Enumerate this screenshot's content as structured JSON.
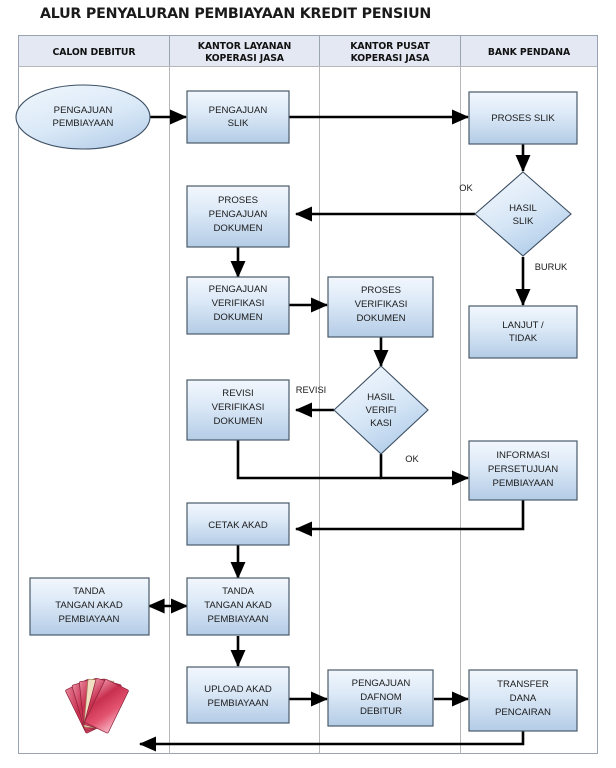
{
  "title": "ALUR PENYALURAN PEMBIAYAAN KREDIT PENSIUN",
  "colors": {
    "header_fill": "#e3e8f3",
    "node_fill_top": "#eaf1fb",
    "node_fill_bottom": "#b9d0e8",
    "node_border": "#4a5a6a",
    "lane_border": "#9aa4b0",
    "connector": "#000000"
  },
  "lanes": [
    {
      "id": "calon-debitur",
      "label_line1": "CALON DEBITUR",
      "label_line2": ""
    },
    {
      "id": "kantor-layanan",
      "label_line1": "KANTOR LAYANAN",
      "label_line2": "KOPERASI JASA"
    },
    {
      "id": "kantor-pusat",
      "label_line1": "KANTOR PUSAT",
      "label_line2": "KOPERASI JASA"
    },
    {
      "id": "bank-pendana",
      "label_line1": "BANK PENDANA",
      "label_line2": ""
    }
  ],
  "nodes": [
    {
      "id": "pengajuan-pembiayaan",
      "shape": "ellipse",
      "lane": "calon-debitur",
      "lines": [
        "PENGAJUAN",
        "PEMBIAYAAN"
      ]
    },
    {
      "id": "pengajuan-slik",
      "shape": "process",
      "lane": "kantor-layanan",
      "lines": [
        "PENGAJUAN",
        "SLIK"
      ]
    },
    {
      "id": "proses-slik",
      "shape": "process",
      "lane": "bank-pendana",
      "lines": [
        "PROSES SLIK"
      ]
    },
    {
      "id": "hasil-slik",
      "shape": "decision",
      "lane": "bank-pendana",
      "lines": [
        "HASIL",
        "SLIK"
      ]
    },
    {
      "id": "lanjut-tidak",
      "shape": "process",
      "lane": "bank-pendana",
      "lines": [
        "LANJUT /",
        "TIDAK"
      ]
    },
    {
      "id": "proses-pengajuan-dokumen",
      "shape": "process",
      "lane": "kantor-layanan",
      "lines": [
        "PROSES",
        "PENGAJUAN",
        "DOKUMEN"
      ]
    },
    {
      "id": "pengajuan-verifikasi-dokumen",
      "shape": "process",
      "lane": "kantor-layanan",
      "lines": [
        "PENGAJUAN",
        "VERIFIKASI",
        "DOKUMEN"
      ]
    },
    {
      "id": "proses-verifikasi-dokumen",
      "shape": "process",
      "lane": "kantor-pusat",
      "lines": [
        "PROSES",
        "VERIFIKASI",
        "DOKUMEN"
      ]
    },
    {
      "id": "hasil-verifikasi",
      "shape": "decision",
      "lane": "kantor-pusat",
      "lines": [
        "HASIL",
        "VERIFI",
        "KASI"
      ]
    },
    {
      "id": "revisi-verifikasi-dokumen",
      "shape": "process",
      "lane": "kantor-layanan",
      "lines": [
        "REVISI",
        "VERIFIKASI",
        "DOKUMEN"
      ]
    },
    {
      "id": "informasi-persetujuan-pembiayaan",
      "shape": "process",
      "lane": "bank-pendana",
      "lines": [
        "INFORMASI",
        "PERSETUJUAN",
        "PEMBIAYAAN"
      ]
    },
    {
      "id": "cetak-akad",
      "shape": "process",
      "lane": "kantor-layanan",
      "lines": [
        "CETAK AKAD"
      ]
    },
    {
      "id": "tanda-tangan-akad-debitur",
      "shape": "process",
      "lane": "calon-debitur",
      "lines": [
        "TANDA",
        "TANGAN AKAD",
        "PEMBIAYAAN"
      ]
    },
    {
      "id": "tanda-tangan-akad-kantor",
      "shape": "process",
      "lane": "kantor-layanan",
      "lines": [
        "TANDA",
        "TANGAN AKAD",
        "PEMBIAYAAN"
      ]
    },
    {
      "id": "upload-akad-pembiayaan",
      "shape": "process",
      "lane": "kantor-layanan",
      "lines": [
        "UPLOAD AKAD",
        "PEMBIAYAAN"
      ]
    },
    {
      "id": "pengajuan-dafnom-debitur",
      "shape": "process",
      "lane": "kantor-pusat",
      "lines": [
        "PENGAJUAN",
        "DAFNOM",
        "DEBITUR"
      ]
    },
    {
      "id": "transfer-dana-pencairan",
      "shape": "process",
      "lane": "bank-pendana",
      "lines": [
        "TRANSFER",
        "DANA",
        "PENCAIRAN"
      ]
    },
    {
      "id": "uang-pencairan",
      "shape": "image",
      "lane": "calon-debitur",
      "lines": []
    }
  ],
  "edge_labels": [
    {
      "id": "label-ok-slik",
      "text": "OK"
    },
    {
      "id": "label-buruk",
      "text": "BURUK"
    },
    {
      "id": "label-revisi",
      "text": "REVISI"
    },
    {
      "id": "label-ok-verifikasi",
      "text": "OK"
    }
  ],
  "chart_data": {
    "type": "flowchart",
    "title": "ALUR PENYALURAN PEMBIAYAAN KREDIT PENSIUN",
    "swimlanes": [
      "CALON DEBITUR",
      "KANTOR LAYANAN KOPERASI JASA",
      "KANTOR PUSAT KOPERASI JASA",
      "BANK PENDANA"
    ],
    "edges": [
      {
        "from": "pengajuan-pembiayaan",
        "to": "pengajuan-slik",
        "label": ""
      },
      {
        "from": "pengajuan-slik",
        "to": "proses-slik",
        "label": ""
      },
      {
        "from": "proses-slik",
        "to": "hasil-slik",
        "label": ""
      },
      {
        "from": "hasil-slik",
        "to": "proses-pengajuan-dokumen",
        "label": "OK"
      },
      {
        "from": "hasil-slik",
        "to": "lanjut-tidak",
        "label": "BURUK"
      },
      {
        "from": "proses-pengajuan-dokumen",
        "to": "pengajuan-verifikasi-dokumen",
        "label": ""
      },
      {
        "from": "pengajuan-verifikasi-dokumen",
        "to": "proses-verifikasi-dokumen",
        "label": ""
      },
      {
        "from": "proses-verifikasi-dokumen",
        "to": "hasil-verifikasi",
        "label": ""
      },
      {
        "from": "hasil-verifikasi",
        "to": "revisi-verifikasi-dokumen",
        "label": "REVISI"
      },
      {
        "from": "hasil-verifikasi",
        "to": "informasi-persetujuan-pembiayaan",
        "label": "OK"
      },
      {
        "from": "revisi-verifikasi-dokumen",
        "to": "informasi-persetujuan-pembiayaan",
        "label": ""
      },
      {
        "from": "informasi-persetujuan-pembiayaan",
        "to": "cetak-akad",
        "label": ""
      },
      {
        "from": "cetak-akad",
        "to": "tanda-tangan-akad-kantor",
        "label": ""
      },
      {
        "from": "tanda-tangan-akad-debitur",
        "to": "tanda-tangan-akad-kantor",
        "label": "",
        "bidirectional": true
      },
      {
        "from": "tanda-tangan-akad-kantor",
        "to": "upload-akad-pembiayaan",
        "label": ""
      },
      {
        "from": "upload-akad-pembiayaan",
        "to": "pengajuan-dafnom-debitur",
        "label": ""
      },
      {
        "from": "pengajuan-dafnom-debitur",
        "to": "transfer-dana-pencairan",
        "label": ""
      },
      {
        "from": "transfer-dana-pencairan",
        "to": "uang-pencairan",
        "label": ""
      }
    ]
  }
}
